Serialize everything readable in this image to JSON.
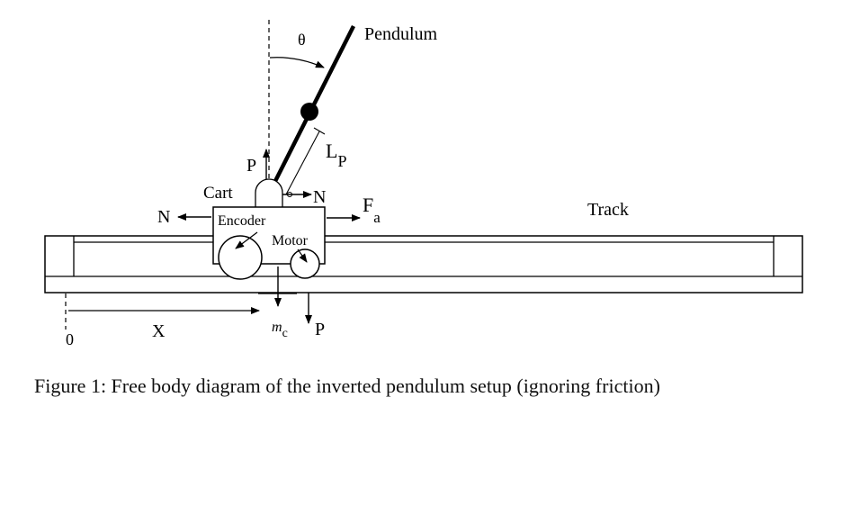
{
  "labels": {
    "theta": "θ",
    "pendulum": "Pendulum",
    "lp_main": "L",
    "lp_sub": "P",
    "p_top": "P",
    "cart": "Cart",
    "n_right": "N",
    "n_left": "N",
    "fa_main": "F",
    "fa_sub": "a",
    "track": "Track",
    "encoder": "Encoder",
    "motor": "Motor",
    "zero": "0",
    "x": "X",
    "mc_main": "m",
    "mc_sub": "c",
    "p_bottom": "P"
  },
  "caption": "Figure 1: Free body diagram of the inverted pendulum setup (ignoring friction)"
}
